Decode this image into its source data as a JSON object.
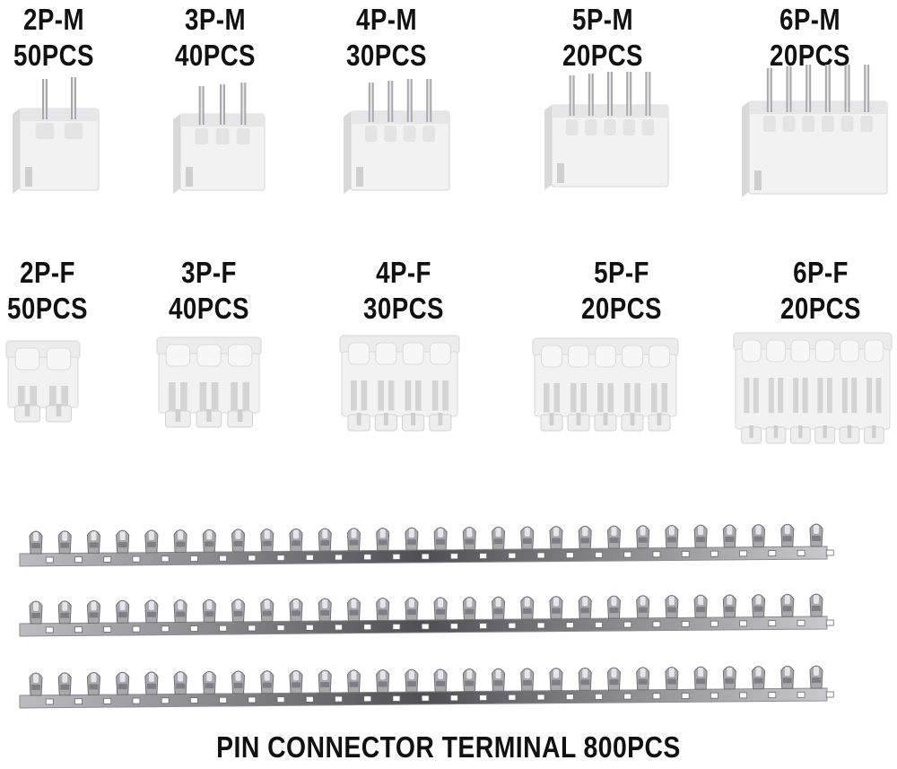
{
  "male_connectors": [
    {
      "type": "2P-M",
      "qty": "50PCS",
      "pins": 2
    },
    {
      "type": "3P-M",
      "qty": "40PCS",
      "pins": 3
    },
    {
      "type": "4P-M",
      "qty": "30PCS",
      "pins": 4
    },
    {
      "type": "5P-M",
      "qty": "20PCS",
      "pins": 5
    },
    {
      "type": "6P-M",
      "qty": "20PCS",
      "pins": 6
    }
  ],
  "female_connectors": [
    {
      "type": "2P-F",
      "qty": "50PCS",
      "pins": 2
    },
    {
      "type": "3P-F",
      "qty": "40PCS",
      "pins": 3
    },
    {
      "type": "4P-F",
      "qty": "30PCS",
      "pins": 4
    },
    {
      "type": "5P-F",
      "qty": "20PCS",
      "pins": 5
    },
    {
      "type": "6P-F",
      "qty": "20PCS",
      "pins": 6
    }
  ],
  "terminals": {
    "strips": 3,
    "pins_per_strip": 28
  },
  "caption": "PIN CONNECTOR TERMINAL 800PCS",
  "colors": {
    "plastic": "#f2f2f2",
    "plastic_shade": "#d9d9d9",
    "metal": "#a9a9ad",
    "text": "#111111"
  }
}
